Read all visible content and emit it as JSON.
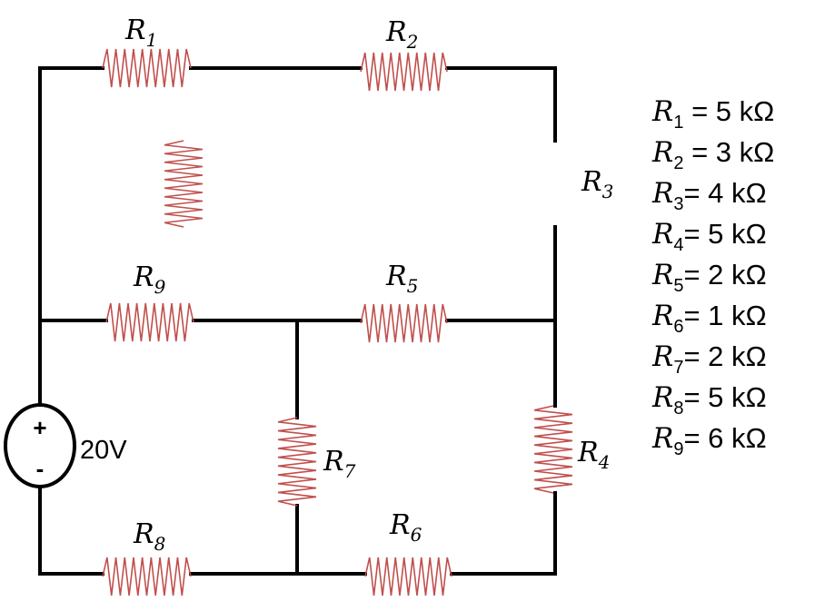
{
  "source": {
    "plus": "+",
    "minus": "-",
    "voltage": "20V"
  },
  "resistors": [
    {
      "id": "R1",
      "letter": "R",
      "sub": "1"
    },
    {
      "id": "R2",
      "letter": "R",
      "sub": "2"
    },
    {
      "id": "R3",
      "letter": "R",
      "sub": "3"
    },
    {
      "id": "R4",
      "letter": "R",
      "sub": "4"
    },
    {
      "id": "R5",
      "letter": "R",
      "sub": "5"
    },
    {
      "id": "R6",
      "letter": "R",
      "sub": "6"
    },
    {
      "id": "R7",
      "letter": "R",
      "sub": "7"
    },
    {
      "id": "R8",
      "letter": "R",
      "sub": "8"
    },
    {
      "id": "R9",
      "letter": "R",
      "sub": "9"
    }
  ],
  "values": [
    {
      "letter": "R",
      "sub": "1",
      "value": " = 5 kΩ"
    },
    {
      "letter": "R",
      "sub": "2",
      "value": " = 3 kΩ"
    },
    {
      "letter": "R",
      "sub": "3",
      "value": "= 4 kΩ"
    },
    {
      "letter": "R",
      "sub": "4",
      "value": "= 5 kΩ"
    },
    {
      "letter": "R",
      "sub": "5",
      "value": "= 2 kΩ"
    },
    {
      "letter": "R",
      "sub": "6",
      "value": "= 1 kΩ"
    },
    {
      "letter": "R",
      "sub": "7",
      "value": "= 2 kΩ"
    },
    {
      "letter": "R",
      "sub": "8",
      "value": "= 5 kΩ"
    },
    {
      "letter": "R",
      "sub": "9",
      "value": "= 6 kΩ"
    }
  ],
  "colors": {
    "wire": "#000000",
    "resistor": "#c0504d"
  }
}
